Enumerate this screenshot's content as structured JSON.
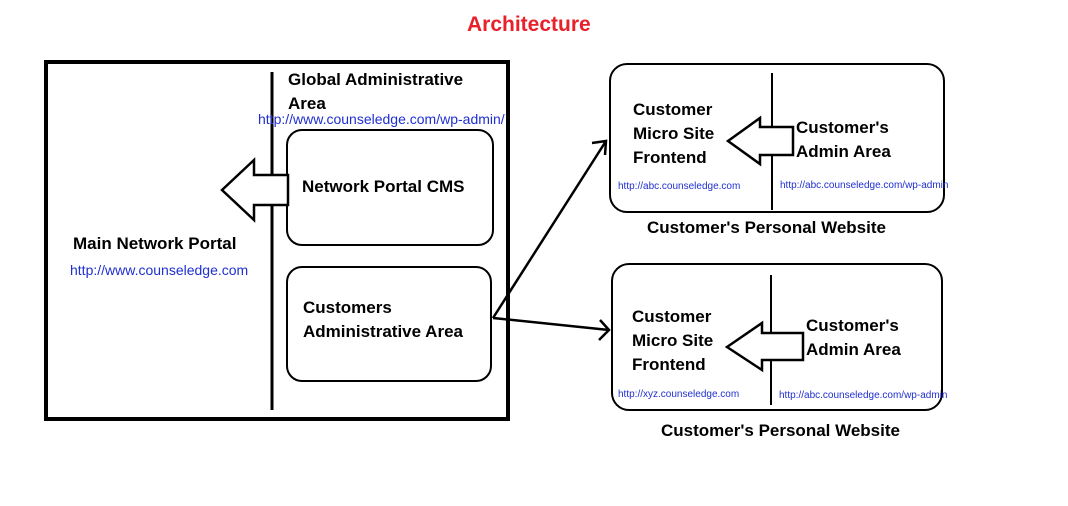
{
  "title": "Architecture",
  "main_portal": {
    "label": "Main Network Portal",
    "url": "http://www.counseledge.com"
  },
  "global_admin": {
    "label_line1": "Global Administrative",
    "label_line2": "Area",
    "url": "http://www.counseledge.com/wp-admin/"
  },
  "network_cms": {
    "label": "Network Portal CMS"
  },
  "customers_admin": {
    "label_line1": "Customers",
    "label_line2": "Administrative Area"
  },
  "sites": [
    {
      "frontend_line1": "Customer",
      "frontend_line2": "Micro Site",
      "frontend_line3": "Frontend",
      "frontend_url": "http://abc.counseledge.com",
      "admin_line1": "Customer's",
      "admin_line2": "Admin Area",
      "admin_url": "http://abc.counseledge.com/wp-admin",
      "caption": "Customer's Personal Website"
    },
    {
      "frontend_line1": "Customer",
      "frontend_line2": "Micro Site",
      "frontend_line3": "Frontend",
      "frontend_url": "http://xyz.counseledge.com",
      "admin_line1": "Customer's",
      "admin_line2": "Admin Area",
      "admin_url": "http://abc.counseledge.com/wp-admin",
      "caption": "Customer's Personal Website"
    }
  ],
  "colors": {
    "title": "#e8202a",
    "link": "#1f2fd0",
    "stroke": "#000000"
  }
}
